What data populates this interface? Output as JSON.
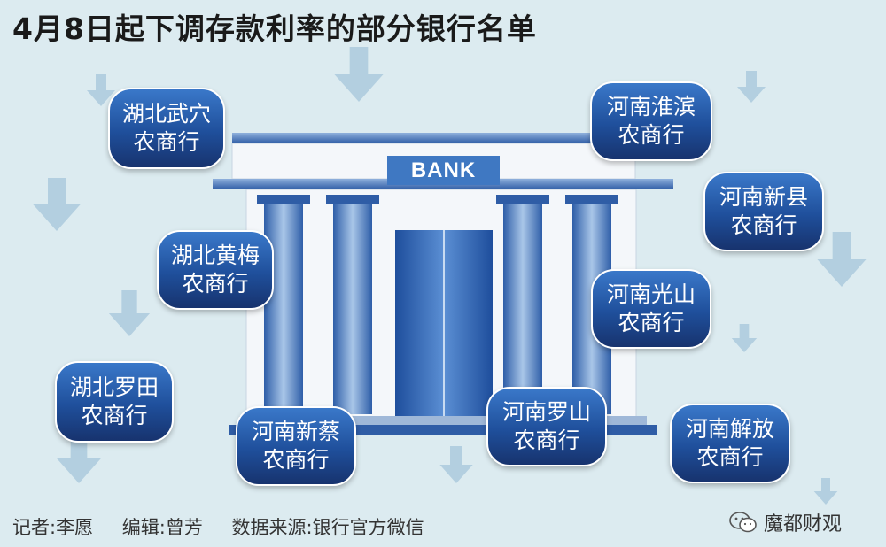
{
  "title": "4月8日起下调存款利率的部分银行名单",
  "bank_sign": "BANK",
  "banks": [
    {
      "line1": "湖北武穴",
      "line2": "农商行"
    },
    {
      "line1": "湖北黄梅",
      "line2": "农商行"
    },
    {
      "line1": "湖北罗田",
      "line2": "农商行"
    },
    {
      "line1": "河南新蔡",
      "line2": "农商行"
    },
    {
      "line1": "河南罗山",
      "line2": "农商行"
    },
    {
      "line1": "河南淮滨",
      "line2": "农商行"
    },
    {
      "line1": "河南新县",
      "line2": "农商行"
    },
    {
      "line1": "河南光山",
      "line2": "农商行"
    },
    {
      "line1": "河南解放",
      "line2": "农商行"
    }
  ],
  "footer": {
    "reporter": "记者:李愿",
    "editor": "编辑:曾芳",
    "source": "数据来源:银行官方微信"
  },
  "watermark": "魔都财观",
  "colors": {
    "background": "#dcebf0",
    "bubble": "#1f4f9b",
    "arrow": "#b3cfe0"
  }
}
